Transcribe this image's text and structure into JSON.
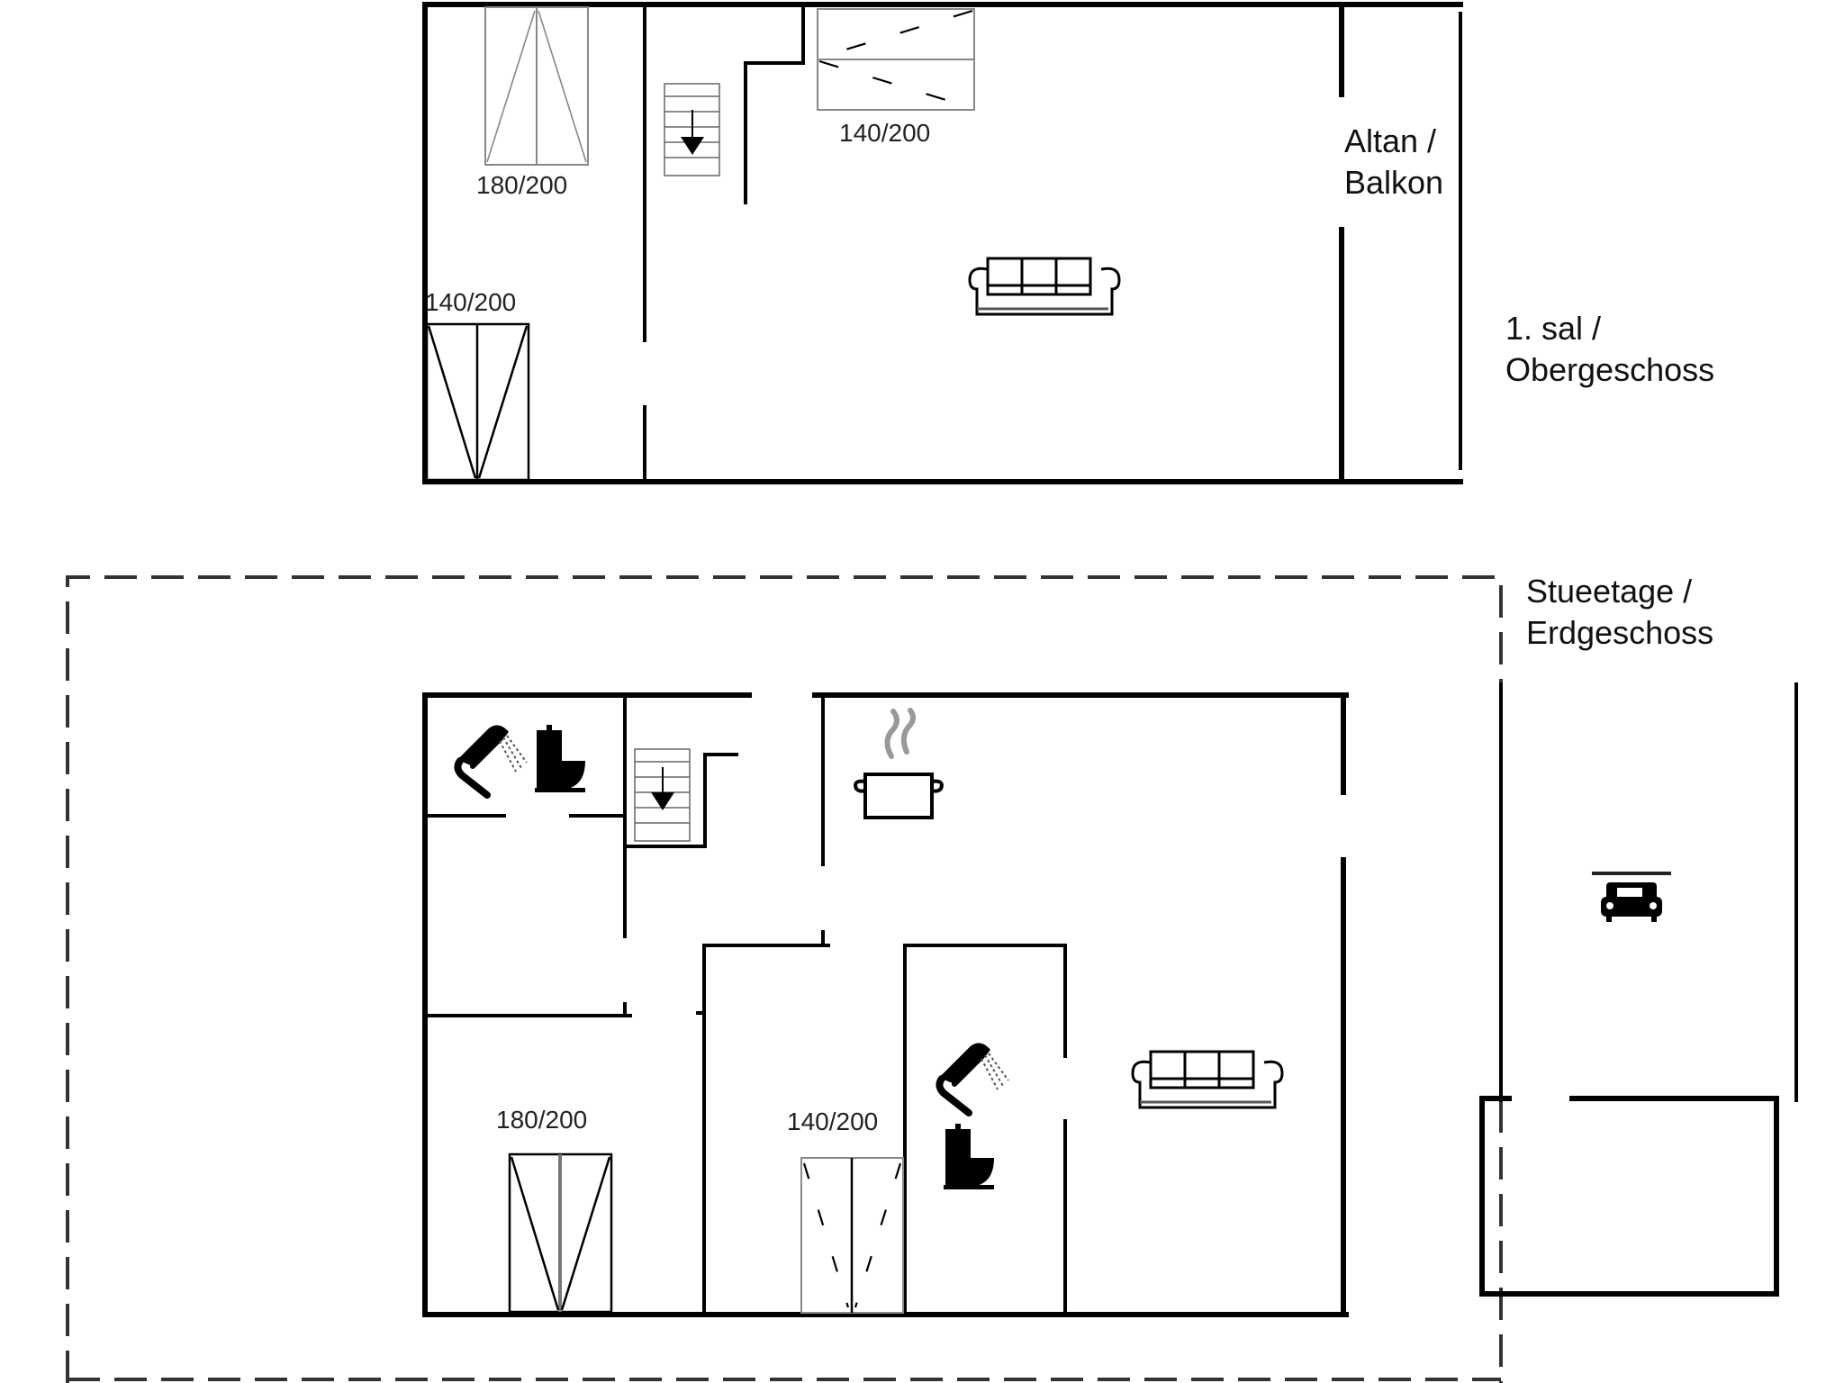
{
  "floors": {
    "upper": {
      "label_line1": "1. sal /",
      "label_line2": "Obergeschoss",
      "balcony_line1": "Altan /",
      "balcony_line2": "Balkon",
      "beds": [
        {
          "label": "180/200"
        },
        {
          "label": "140/200"
        },
        {
          "label": "140/200"
        }
      ],
      "icons": [
        "stairs-icon",
        "sofa-icon"
      ]
    },
    "ground": {
      "label_line1": "Stueetage /",
      "label_line2": "Erdgeschoss",
      "beds": [
        {
          "label": "180/200"
        },
        {
          "label": "140/200"
        }
      ],
      "icons": [
        "shower-icon",
        "toilet-icon",
        "stairs-icon",
        "cooking-pot-icon",
        "shower-icon",
        "toilet-icon",
        "sofa-icon",
        "carport-icon"
      ]
    }
  },
  "colors": {
    "wall": "#000000",
    "dashed_outline": "#333333",
    "background": "#ffffff"
  }
}
